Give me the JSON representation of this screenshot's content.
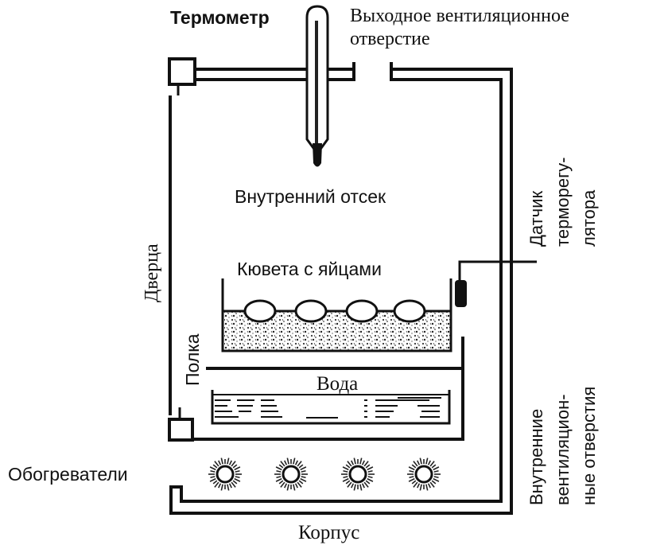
{
  "diagram": {
    "title": "Incubator schematic",
    "labels": {
      "thermometer": "Термометр",
      "outlet_vent_line1": "Выходное вентиляционное",
      "outlet_vent_line2": "отверстие",
      "inner_compartment": "Внутренний отсек",
      "tray_with_eggs": "Кювета с яйцами",
      "sensor_line1": "Датчик",
      "sensor_line2": "терморегу-",
      "sensor_line3": "лятора",
      "door": "Дверца",
      "shelf": "Полка",
      "water": "Вода",
      "heaters": "Обогреватели",
      "inner_vents_line1": "Внутренние",
      "inner_vents_line2": "вентиляцион-",
      "inner_vents_line3": "ные отверстия",
      "housing": "Корпус"
    },
    "egg_count": 4,
    "heater_count": 4,
    "colors": {
      "ink": "#111111",
      "background": "#ffffff",
      "mercury": "#222222"
    }
  }
}
